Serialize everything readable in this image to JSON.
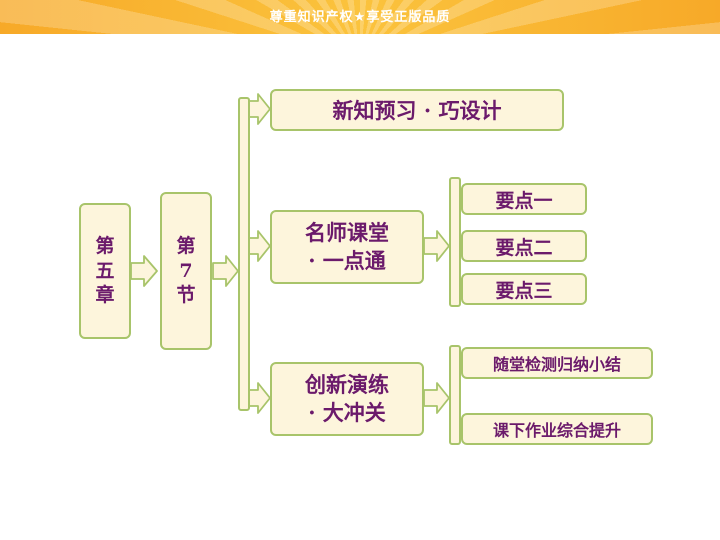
{
  "banner": {
    "text": "尊重知识产权★享受正版品质"
  },
  "chapter": {
    "lines": [
      "第",
      "五",
      "章"
    ]
  },
  "section": {
    "lines": [
      "第",
      "7",
      "节"
    ]
  },
  "branches": {
    "preview": {
      "label": "新知预习 · 巧设计"
    },
    "classroom": {
      "lines": [
        "名师课堂",
        "· 一点通"
      ],
      "points": [
        "要点一",
        "要点二",
        "要点三"
      ]
    },
    "practice": {
      "lines": [
        "创新演练",
        "· 大冲关"
      ],
      "items": [
        "随堂检测归纳小结",
        "课下作业综合提升"
      ]
    }
  },
  "colors": {
    "box_fill": "#fdf5dc",
    "box_border": "#a8c46a",
    "text": "#6b1a6b",
    "banner": "#f7a928"
  }
}
